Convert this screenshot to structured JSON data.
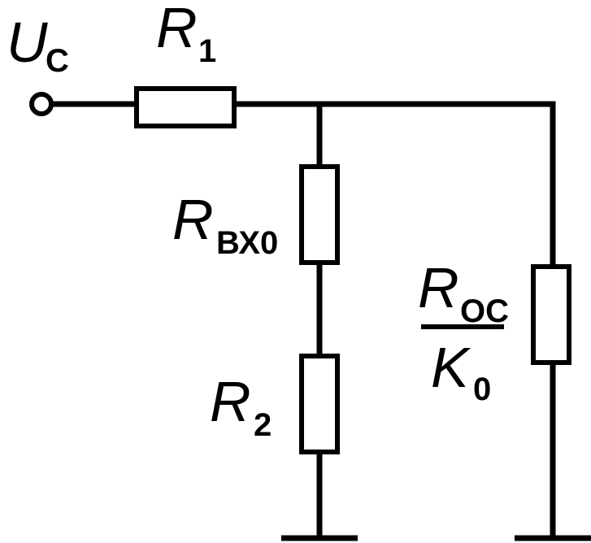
{
  "labels": {
    "source": {
      "main": "U",
      "sub": "C"
    },
    "r1": {
      "main": "R",
      "sub": "1"
    },
    "rin": {
      "main": "R",
      "sub": "ВХ0"
    },
    "r2": {
      "main": "R",
      "sub": "2"
    },
    "feedback": {
      "numerator": {
        "main": "R",
        "sub": "ОС"
      },
      "denominator": {
        "main": "K",
        "sub": "0"
      }
    }
  }
}
